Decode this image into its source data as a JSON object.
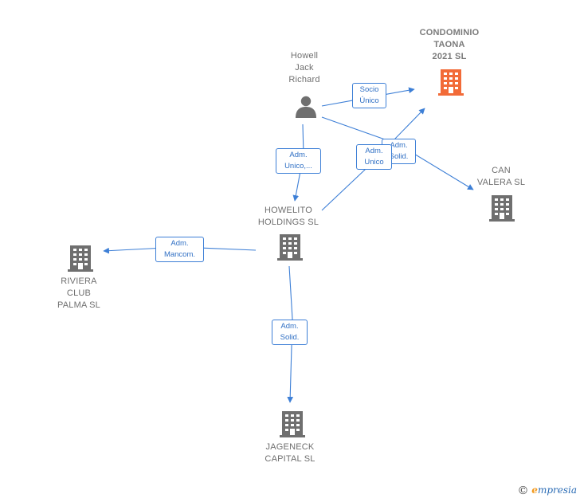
{
  "colors": {
    "edge": "#3d7fd6",
    "node_gray": "#6f6f6f",
    "node_highlight": "#f26b38"
  },
  "nodes": {
    "howell": {
      "lines": [
        "Howell",
        "Jack",
        "Richard"
      ],
      "icon": "person-icon"
    },
    "condominio": {
      "lines": [
        "CONDOMINIO",
        "TAONA",
        "2021  SL"
      ],
      "icon": "building-icon"
    },
    "canvalera": {
      "lines": [
        "CAN",
        "VALERA  SL"
      ],
      "icon": "building-icon"
    },
    "howelito": {
      "lines": [
        "HOWELITO",
        "HOLDINGS  SL"
      ],
      "icon": "building-icon"
    },
    "riviera": {
      "lines": [
        "RIVIERA",
        "CLUB",
        "PALMA  SL"
      ],
      "icon": "building-icon"
    },
    "jageneck": {
      "lines": [
        "JAGENECK",
        "CAPITAL  SL"
      ],
      "icon": "building-icon"
    }
  },
  "edges": {
    "socio_unico": {
      "lines": [
        "Socio",
        "Único"
      ]
    },
    "adm_unico_howell": {
      "lines": [
        "Adm.",
        "Unico,..."
      ]
    },
    "adm_unico_howelito": {
      "lines": [
        "Adm.",
        "Unico"
      ]
    },
    "adm_solid_canvalera": {
      "lines": [
        "Adm.",
        "Solid."
      ]
    },
    "adm_mancom": {
      "lines": [
        "Adm.",
        "Mancom."
      ]
    },
    "adm_solid_jageneck": {
      "lines": [
        "Adm.",
        "Solid."
      ]
    }
  },
  "footer": {
    "copyright": "©",
    "brand_initial": "e",
    "brand_rest": "mpresia"
  }
}
